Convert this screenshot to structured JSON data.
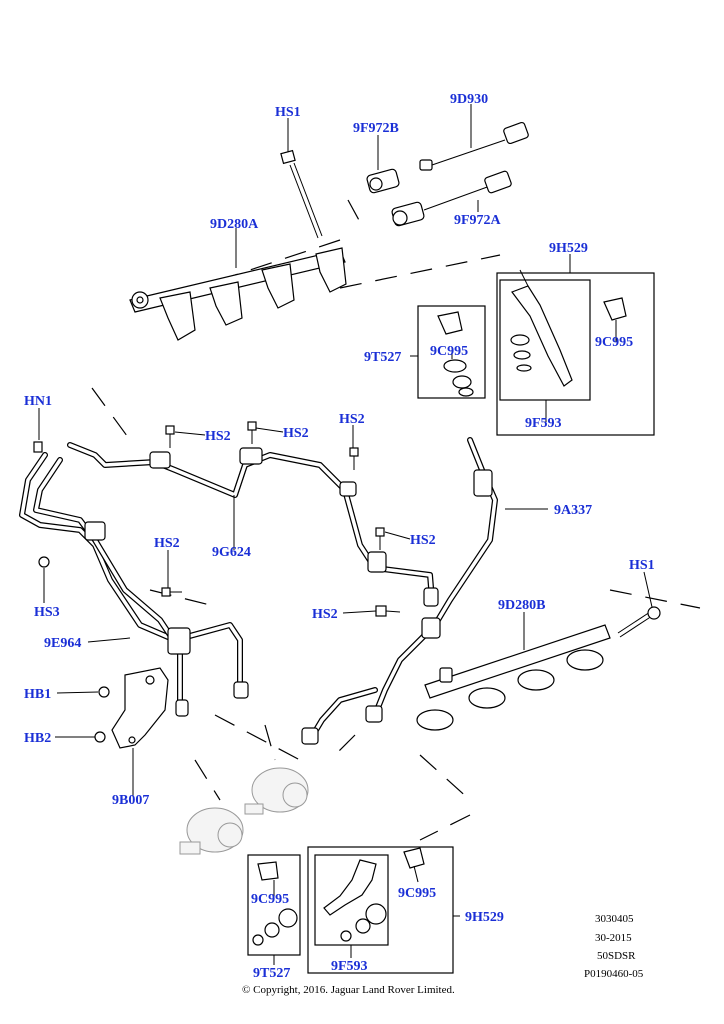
{
  "labels": {
    "HS1_top": "HS1",
    "9D930": "9D930",
    "9F972B": "9F972B",
    "9D280A": "9D280A",
    "9F972A": "9F972A",
    "9H529_top": "9H529",
    "9T527_top": "9T527",
    "9C995_a": "9C995",
    "9C995_b": "9C995",
    "9F593_top": "9F593",
    "HN1": "HN1",
    "HS2_a": "HS2",
    "HS2_b": "HS2",
    "HS2_c": "HS2",
    "HS2_d": "HS2",
    "HS2_e": "HS2",
    "HS2_f": "HS2",
    "9A337": "9A337",
    "9G624": "9G624",
    "HS3": "HS3",
    "9E964": "9E964",
    "HS1_right": "HS1",
    "9D280B": "9D280B",
    "HB1": "HB1",
    "HB2": "HB2",
    "9B007": "9B007",
    "9C995_c": "9C995",
    "9C995_d": "9C995",
    "9H529_bottom": "9H529",
    "9T527_bottom": "9T527",
    "9F593_bottom": "9F593"
  },
  "reference": {
    "line1": "3030405",
    "line2": "30-2015",
    "line3": "50SDSR",
    "line4": "P0190460-05"
  },
  "copyright": "© Copyright, 2016. Jaguar Land Rover Limited.",
  "colors": {
    "label": "#1a2fd6",
    "line": "#000000",
    "background": "#ffffff"
  }
}
